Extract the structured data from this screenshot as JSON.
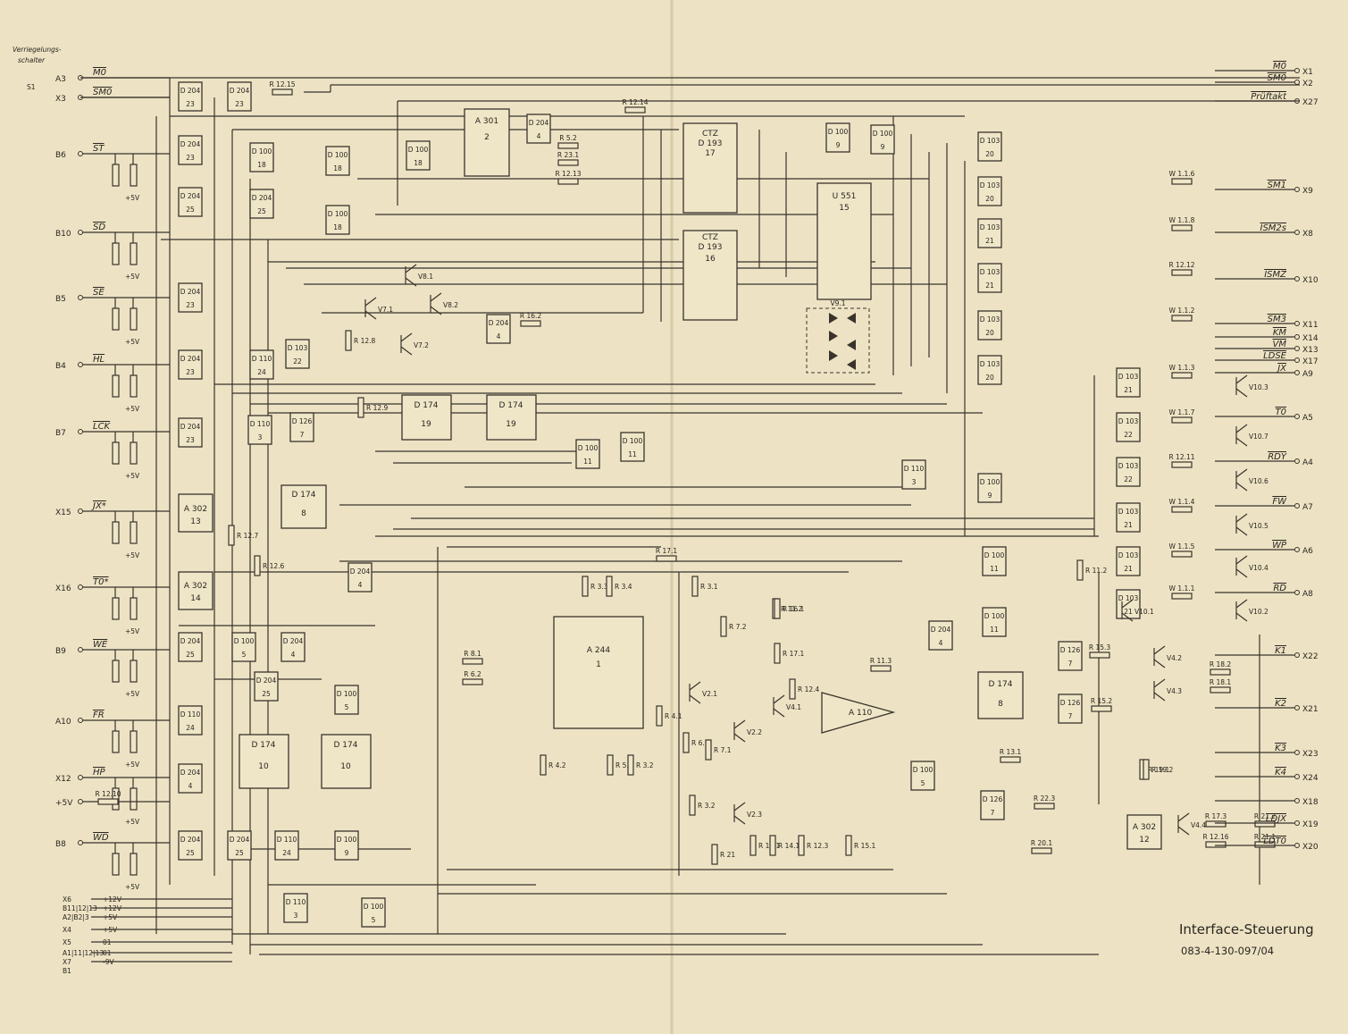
{
  "title": "Interface-Steuerung",
  "drawing_number": "083-4-130-097/04",
  "note_handwritten": "Verriegelungs-schalter",
  "switch_label": "S1",
  "left_connectors": [
    {
      "pin": "A3",
      "signal": "M0"
    },
    {
      "pin": "X3",
      "signal": "SM0"
    },
    {
      "pin": "B6",
      "signal": "ST"
    },
    {
      "pin": "B10",
      "signal": "SD"
    },
    {
      "pin": "B5",
      "signal": "SE"
    },
    {
      "pin": "B4",
      "signal": "HL"
    },
    {
      "pin": "B7",
      "signal": "LCK"
    },
    {
      "pin": "X15",
      "signal": "JX*"
    },
    {
      "pin": "X16",
      "signal": "T0*"
    },
    {
      "pin": "B9",
      "signal": "WE"
    },
    {
      "pin": "A10",
      "signal": "FR"
    },
    {
      "pin": "X12",
      "signal": "HP"
    },
    {
      "pin": "+5V",
      "signal": ""
    },
    {
      "pin": "B8",
      "signal": "WD"
    }
  ],
  "power_pins": [
    "X6",
    "B11|12|13",
    "A2|B2|3",
    "X4",
    "X5",
    "A1|11|12|13",
    "X7",
    "B1"
  ],
  "power_values": [
    "+12V",
    "+12V",
    "+5V",
    "+5V",
    "01",
    "01",
    "-9V"
  ],
  "right_connectors": [
    {
      "signal": "M0",
      "pin": "X1"
    },
    {
      "signal": "SM0",
      "pin": "X2"
    },
    {
      "signal": "Prüftakt",
      "pin": "X27"
    },
    {
      "signal": "SM1",
      "pin": "X9"
    },
    {
      "signal": "ISM2s",
      "pin": "X8"
    },
    {
      "signal": "ISMZ",
      "pin": "X10"
    },
    {
      "signal": "SM3",
      "pin": "X11"
    },
    {
      "signal": "KM",
      "pin": "X14"
    },
    {
      "signal": "VM",
      "pin": "X13"
    },
    {
      "signal": "LDSE",
      "pin": "X17"
    },
    {
      "signal": "JX",
      "pin": "A9"
    },
    {
      "signal": "T0",
      "pin": "A5"
    },
    {
      "signal": "RDY",
      "pin": "A4"
    },
    {
      "signal": "FW",
      "pin": "A7"
    },
    {
      "signal": "WP",
      "pin": "A6"
    },
    {
      "signal": "RD",
      "pin": "A8"
    },
    {
      "signal": "K1",
      "pin": "X22"
    },
    {
      "signal": "K2",
      "pin": "X21"
    },
    {
      "signal": "K3",
      "pin": "X23"
    },
    {
      "signal": "K4",
      "pin": "X24"
    },
    {
      "signal": "",
      "pin": "X18"
    },
    {
      "signal": "LDJX",
      "pin": "X19"
    },
    {
      "signal": "LDT0",
      "pin": "X20"
    }
  ],
  "ic_labels": {
    "counter1": "D 193",
    "counter1_no": "17",
    "counter1_type": "CTZ",
    "counter2": "D 193",
    "counter2_no": "16",
    "counter2_type": "CTZ",
    "mux": "U 551",
    "mux_no": "15",
    "a301": "A 301",
    "a301_no": "2",
    "a244": "A 244",
    "a244_no": "1",
    "a110": "A 110",
    "d174_19a": "D 174",
    "d174_19b": "D 174",
    "d174_8": "D 174",
    "d174_10a": "D 174",
    "d174_10b": "D 174",
    "d174_8r": "D 174",
    "a302_13": "A 302",
    "a302_14": "A 302",
    "a302_12": "A 302"
  },
  "transistors": [
    "V7.1",
    "V7.2",
    "V8.1",
    "V8.2",
    "V10.3",
    "V10.7",
    "V10.6",
    "V10.5",
    "V10.4",
    "V10.2",
    "V10.1",
    "V2.1",
    "V2.2",
    "V2.3",
    "V4.1",
    "V4.2",
    "V4.3",
    "V4.4"
  ],
  "diode_array": "V9.1",
  "voltages": [
    "+5V",
    "+12V",
    "-9V"
  ]
}
